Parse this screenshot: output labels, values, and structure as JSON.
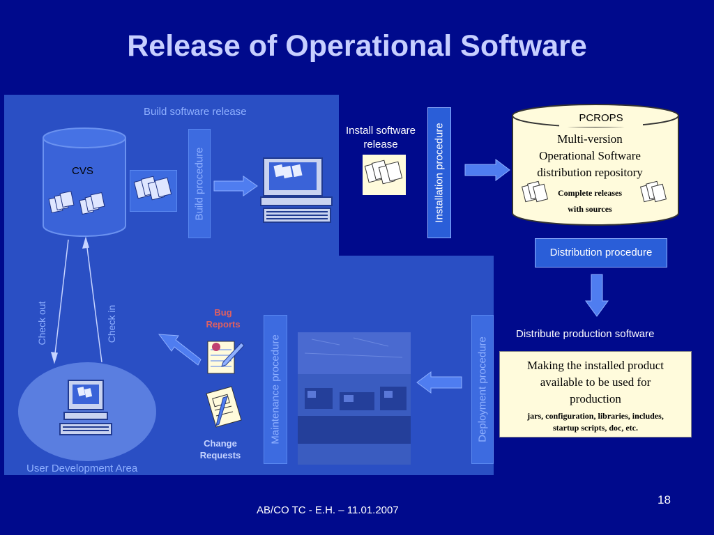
{
  "title": "Release of Operational Software",
  "build_area": {
    "label": "Build software release",
    "cvs_label": "CVS",
    "build_procedure": "Build procedure"
  },
  "install": {
    "label": "Install software release",
    "procedure": "Installation procedure"
  },
  "repository": {
    "name": "PCROPS",
    "description": "Multi-version Operational Software distribution repository",
    "desc_line1": "Multi-version",
    "desc_line2": "Operational Software",
    "desc_line3": "distribution repository",
    "releases_line1": "Complete releases",
    "releases_line2": "with sources"
  },
  "distribution": {
    "procedure": "Distribution procedure",
    "label": "Distribute production software",
    "box_main_line1": "Making the installed product",
    "box_main_line2": "available to be used for",
    "box_main_line3": "production",
    "box_detail_line1": "jars, configuration, libraries, includes,",
    "box_detail_line2": "startup scripts, doc, etc."
  },
  "maintenance": {
    "procedure": "Maintenance procedure",
    "bug_reports_line1": "Bug",
    "bug_reports_line2": "Reports",
    "change_requests_line1": "Change",
    "change_requests_line2": "Requests"
  },
  "deployment": {
    "procedure": "Deployment procedure"
  },
  "user_area": {
    "label": "User Development Area",
    "check_out": "Check out",
    "check_in": "Check in"
  },
  "footer": {
    "text": "AB/CO TC -  E.H. – 11.01.2007",
    "page": "18"
  },
  "colors": {
    "background": "#000a8c",
    "panel": "#2a4fc4",
    "title": "#c7cfff",
    "bug_text": "#e06060"
  }
}
